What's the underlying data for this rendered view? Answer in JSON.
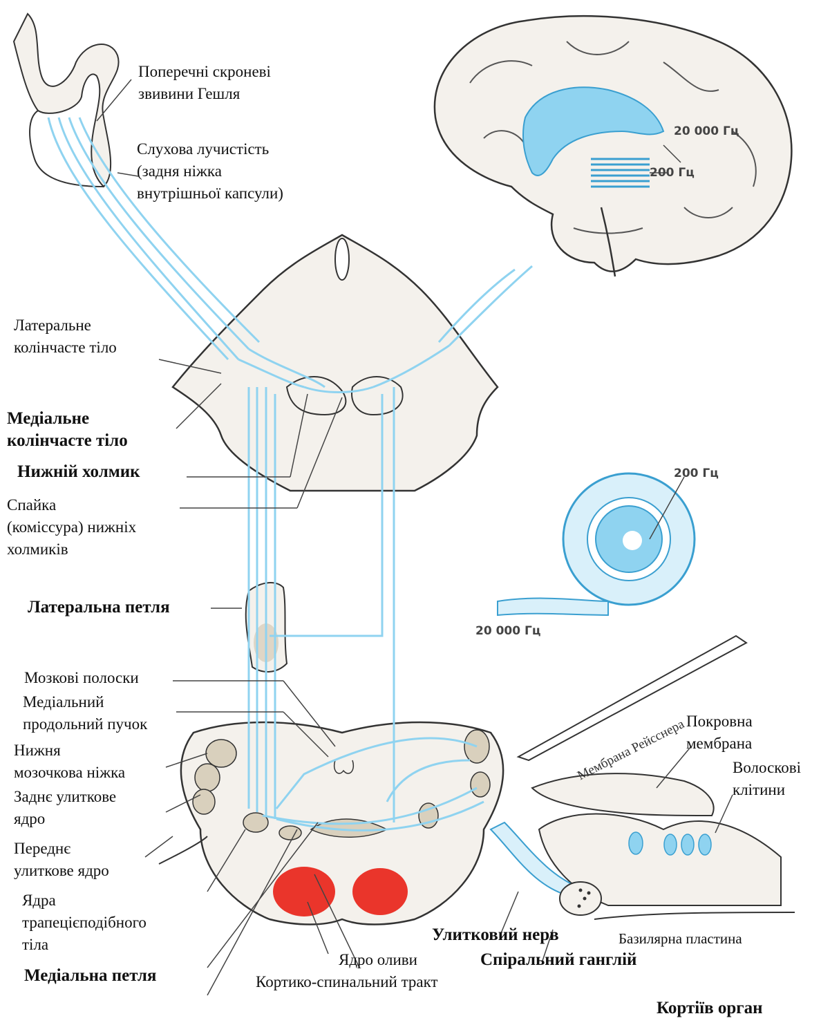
{
  "labels": {
    "heschl": "Поперечні скроневі\nзвивини Гешля",
    "auditory_radiation": "Слухова лучистість\n(задня ніжка\nвнутрішньої капсули)",
    "lateral_geniculate": "Латеральне\nколінчасте тіло",
    "medial_geniculate": "Медіальне\nколінчасте тіло",
    "inferior_colliculus": "Нижній холмик",
    "commissure": "Спайка\n(коміссура) нижніх\nхолмиків",
    "lateral_lemniscus": "Латеральна петля",
    "striae": "Мозкові полоски",
    "mlf": "Медіальний\nпродольний пучок",
    "inferior_peduncle": "Нижня\nмозочкова ніжка",
    "dorsal_cochlear": "Заднє улиткове\nядро",
    "ventral_cochlear": "Переднє\nулиткове ядро",
    "trapezoid": "Ядра\nтрапецієподібного\nтіла",
    "medial_lemniscus": "Медіальна петля",
    "olive": "Ядро оливи",
    "corticospinal": "Кортико-спинальний тракт",
    "cochlear_nerve": "Улитковий нерв",
    "spiral_ganglion": "Спіральний ганглій",
    "corti": "Кортіїв орган",
    "basilar": "Базилярна пластина",
    "tectorial": "Покровна\nмембрана",
    "hair_cells": "Волоскові\nклітини",
    "reissner": "Мембрана Рейсснера",
    "freq_brain_high": "20 000 Гц",
    "freq_brain_low": "200 Гц",
    "freq_cochlea_low": "200 Гц",
    "freq_cochlea_high": "20 000 Гц"
  },
  "colors": {
    "pathway": "#8fd3f0",
    "pathway_dark": "#3a9fd0",
    "tissue": "#f4f1ec",
    "outline": "#333333",
    "nucleus": "#d9d0bd",
    "olive": "#e8251a"
  }
}
